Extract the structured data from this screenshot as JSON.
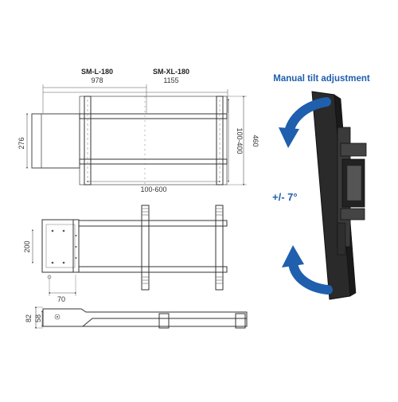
{
  "models": {
    "small": {
      "name": "SM-L-180",
      "width": "978"
    },
    "large": {
      "name": "SM-XL-180",
      "width": "1155"
    }
  },
  "front_view": {
    "height_label": "276",
    "vesa_horizontal": "100-600",
    "vesa_vertical": "100-400",
    "total_height": "460"
  },
  "side_view": {
    "plate_height": "200",
    "offset": "70"
  },
  "bottom_view": {
    "depth_max": "82",
    "depth_min": "58"
  },
  "tilt": {
    "title": "Manual tilt adjustment",
    "angle": "+/- 7°"
  },
  "colors": {
    "accent": "#1f5fae",
    "line": "#333333",
    "dim": "#555555"
  }
}
